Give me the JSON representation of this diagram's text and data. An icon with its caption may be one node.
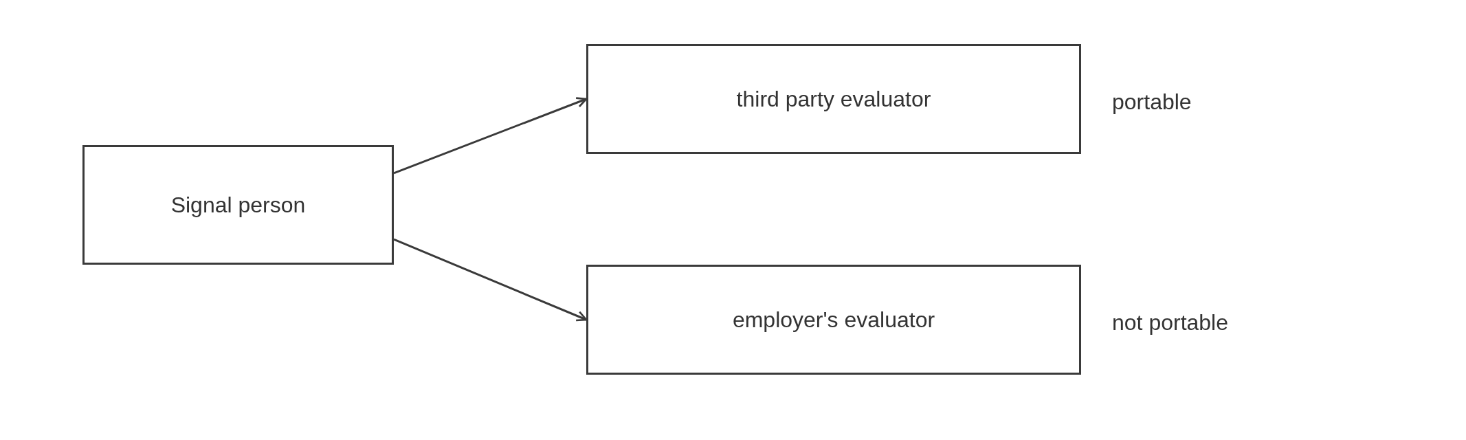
{
  "diagram": {
    "nodes": [
      {
        "text": [
          "Signal person"
        ]
      },
      {
        "text": [
          "third party evaluator"
        ],
        "beside": [
          "portable"
        ]
      },
      {
        "text": [
          "employer's evaluator"
        ],
        "beside": [
          "not portable"
        ]
      }
    ],
    "edges": [
      {
        "from": 0,
        "to": 1,
        "arrow": "to"
      },
      {
        "from": 0,
        "to": 2,
        "arrow": "to"
      }
    ]
  }
}
